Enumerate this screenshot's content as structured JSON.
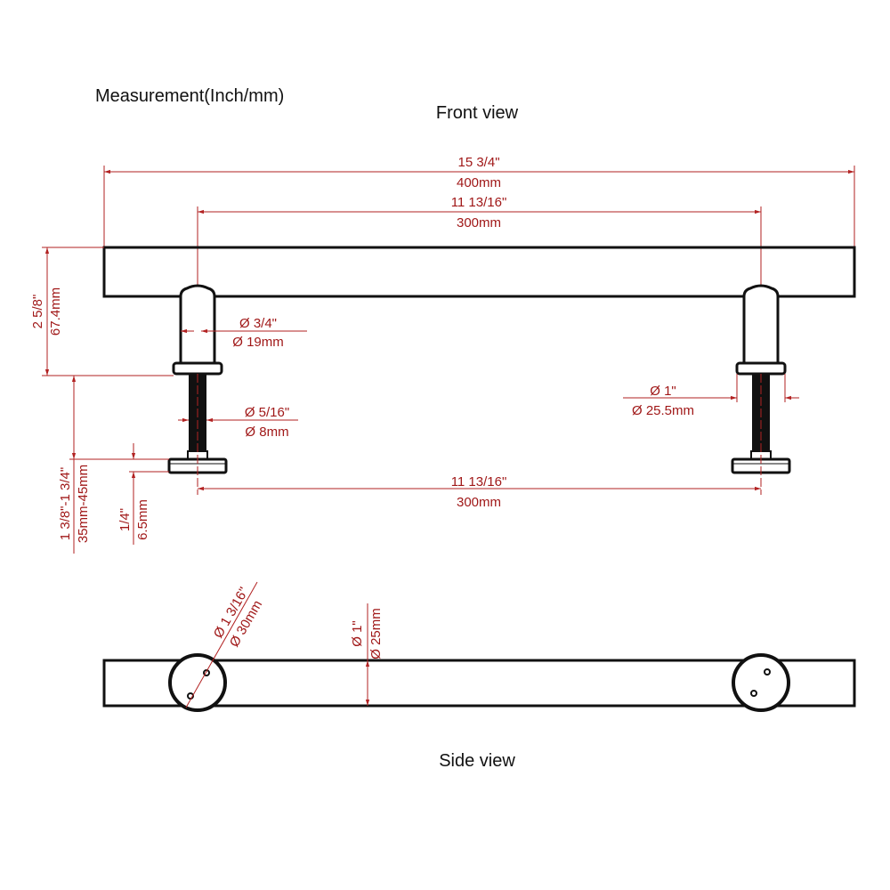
{
  "title": "Measurement(Inch/mm)",
  "front_view": {
    "label": "Front view",
    "overall_length": {
      "inch": "15 3/4\"",
      "mm": "400mm"
    },
    "center_to_center_top": {
      "inch": "11 13/16\"",
      "mm": "300mm"
    },
    "center_to_center_bottom": {
      "inch": "11 13/16\"",
      "mm": "300mm"
    },
    "height": {
      "inch": "2 5/8\"",
      "mm": "67.4mm"
    },
    "screw_length": {
      "inch": "1 3/8\"-1 3/4\"",
      "mm": "35mm-45mm"
    },
    "washer_thickness": {
      "inch": "1/4\"",
      "mm": "6.5mm"
    },
    "post_diameter": {
      "inch": "Ø 3/4\"",
      "mm": "Ø 19mm"
    },
    "screw_diameter": {
      "inch": "Ø 5/16\"",
      "mm": "Ø 8mm"
    },
    "collar_diameter": {
      "inch": "Ø 1\"",
      "mm": "Ø 25.5mm"
    }
  },
  "side_view": {
    "label": "Side view",
    "base_diameter": {
      "inch": "Ø 1 3/16\"",
      "mm": "Ø 30mm"
    },
    "bar_diameter": {
      "inch": "Ø 1\"",
      "mm": "Ø 25mm"
    }
  }
}
